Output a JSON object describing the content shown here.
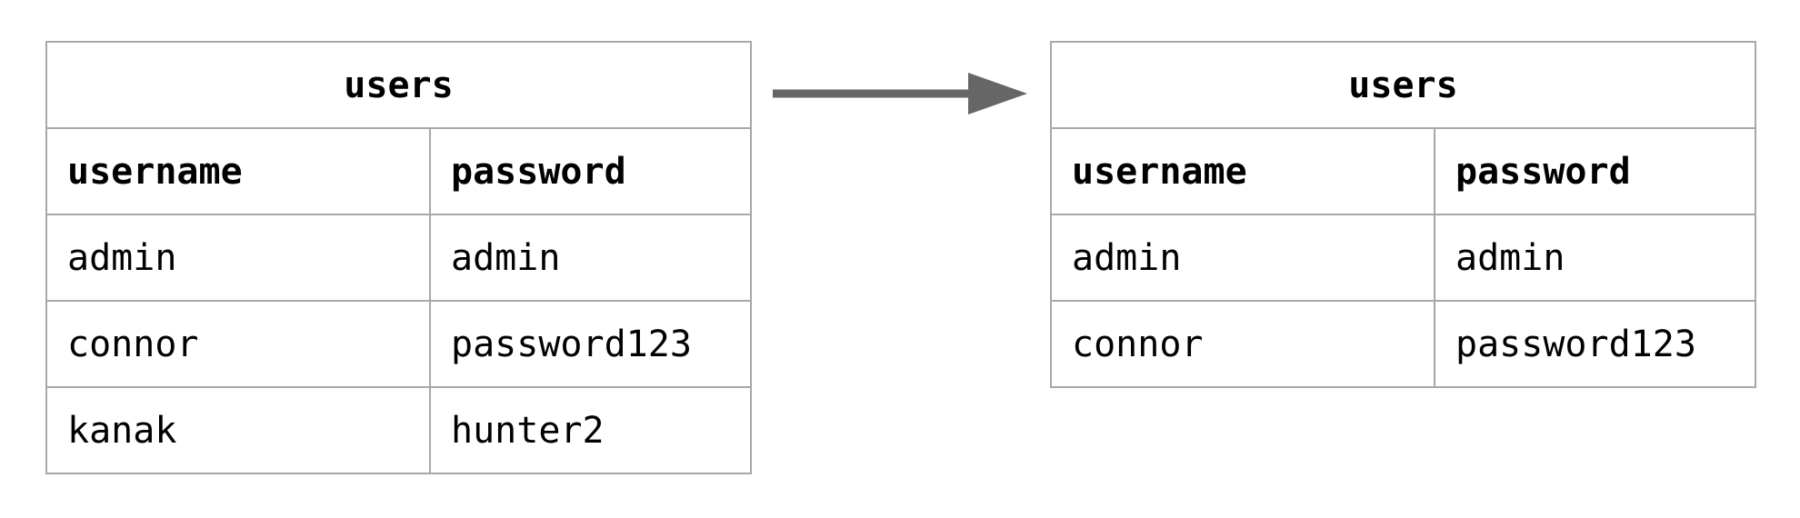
{
  "before_table": {
    "title": "users",
    "columns": [
      "username",
      "password"
    ],
    "rows": [
      [
        "admin",
        "admin"
      ],
      [
        "connor",
        "password123"
      ],
      [
        "kanak",
        "hunter2"
      ]
    ]
  },
  "after_table": {
    "title": "users",
    "columns": [
      "username",
      "password"
    ],
    "rows": [
      [
        "admin",
        "admin"
      ],
      [
        "connor",
        "password123"
      ]
    ]
  },
  "colors": {
    "border": "#a8a8a8",
    "arrow": "#666666",
    "text": "#000000"
  },
  "arrow_icon": "right-arrow-icon"
}
